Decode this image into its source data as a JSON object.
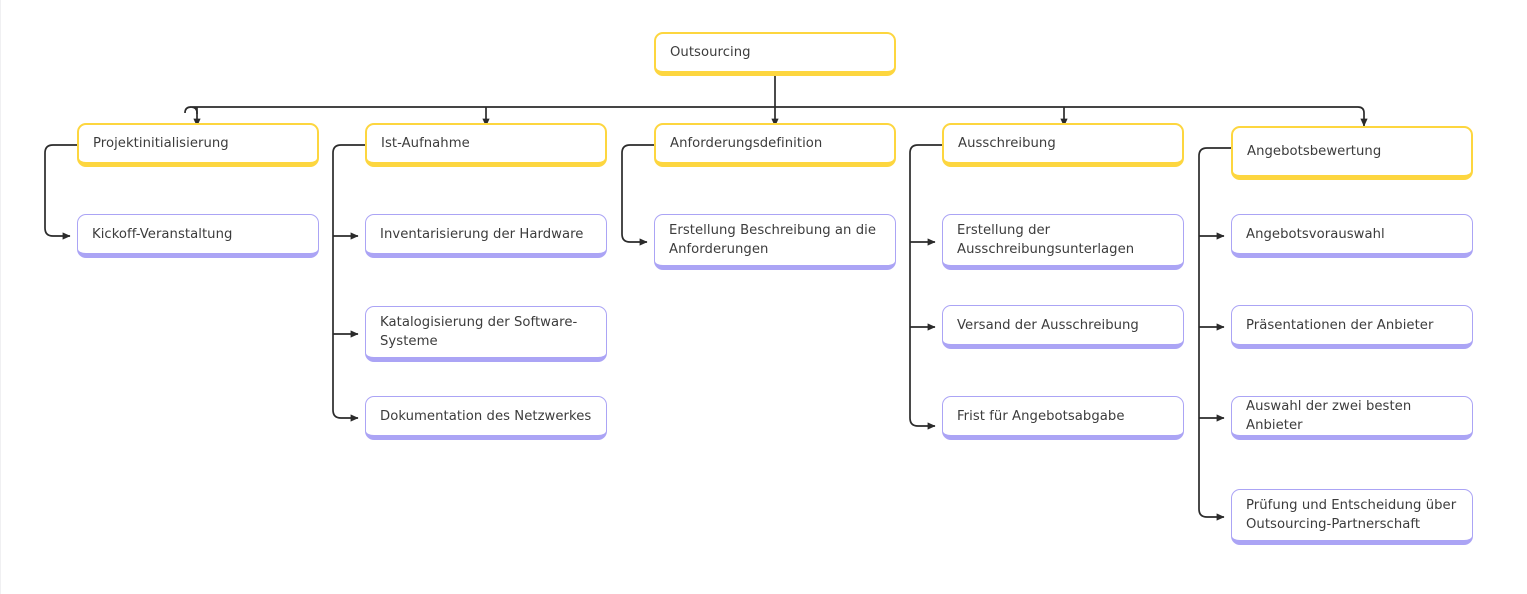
{
  "diagram": {
    "title": "Outsourcing",
    "type": "org-tree",
    "colors": {
      "branch_border": "#FDD63F",
      "leaf_border": "#ABA4F5",
      "connector": "#2b2b2b",
      "text": "#3c3c3c",
      "background": "#ffffff"
    },
    "root": {
      "label": "Outsourcing"
    },
    "columns": [
      {
        "header": "Projektinitialisierung",
        "children": [
          "Kickoff-Veranstaltung"
        ]
      },
      {
        "header": "Ist-Aufnahme",
        "children": [
          "Inventarisierung der Hardware",
          "Katalogisierung der Software-\nSysteme",
          "Dokumentation des Netzwerkes"
        ]
      },
      {
        "header": "Anforderungsdefinition",
        "children": [
          "Erstellung Beschreibung an die\nAnforderungen"
        ]
      },
      {
        "header": "Ausschreibung",
        "children": [
          "Erstellung der\nAusschreibungsunterlagen",
          "Versand der Ausschreibung",
          "Frist für Angebotsabgabe"
        ]
      },
      {
        "header": "Angebotsbewertung",
        "children": [
          "Angebotsvorauswahl",
          "Präsentationen der Anbieter",
          "Auswahl der zwei besten Anbieter",
          "Prüfung und Entscheidung über\nOutsourcing-Partnerschaft"
        ]
      }
    ]
  }
}
